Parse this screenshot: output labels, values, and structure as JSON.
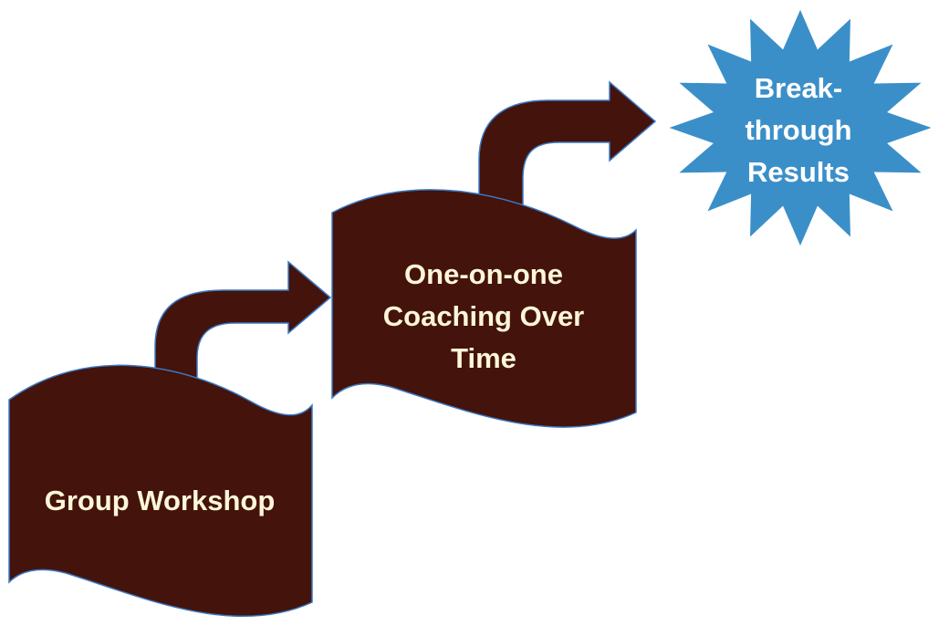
{
  "colors": {
    "step_fill": "#43130c",
    "step_stroke": "#3b78c4",
    "step_text": "#fdf6d8",
    "goal_fill": "#3b8fc9",
    "goal_text": "#ffffff",
    "background": "#ffffff"
  },
  "steps": [
    {
      "lines": [
        "Group Workshop"
      ]
    },
    {
      "lines": [
        "One-on-one",
        "Coaching Over",
        "Time"
      ]
    }
  ],
  "goal": {
    "lines": [
      "Break-",
      "through",
      "Results"
    ]
  }
}
